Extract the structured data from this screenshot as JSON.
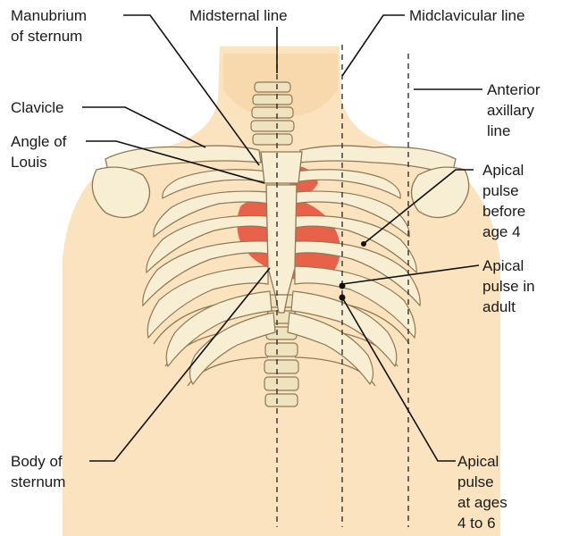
{
  "labels": {
    "manubrium": [
      "Manubrium",
      "of sternum"
    ],
    "midsternal": "Midsternal line",
    "midclavicular": "Midclavicular line",
    "clavicle": "Clavicle",
    "angle_of_louis": [
      "Angle of",
      "Louis"
    ],
    "anterior_axillary": [
      "Anterior",
      "axillary",
      "line"
    ],
    "apical_before_4": [
      "Apical",
      "pulse",
      "before",
      "age 4"
    ],
    "apical_adult": [
      "Apical",
      "pulse in",
      "adult"
    ],
    "body_of_sternum": [
      "Body of",
      "sternum"
    ],
    "apical_4_to_6": [
      "Apical",
      "pulse",
      "at ages",
      "4 to 6"
    ]
  },
  "colors": {
    "skin": "#fbe3bf",
    "bone": "#f7eed3",
    "bone_outline": "#8c7a55",
    "heart": "#e8624a",
    "heart_light": "#f2927c",
    "leader": "#111111"
  }
}
